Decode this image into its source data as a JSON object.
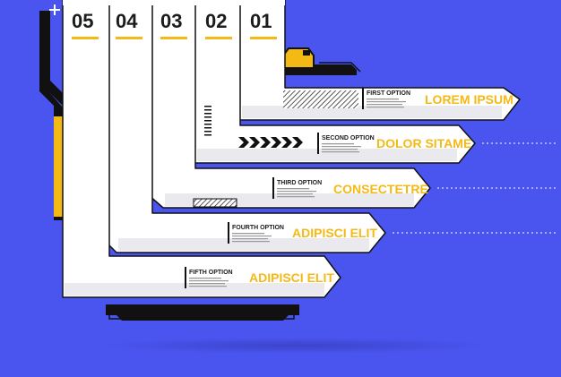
{
  "colors": {
    "background": "#4a55f0",
    "accent": "#f5b916",
    "panel": "#ffffff",
    "outline": "#111111"
  },
  "icons": [
    "plus-icon",
    "chevron-arrows-icon",
    "hatch-pattern-icon",
    "barcode-icon",
    "folder-tab-icon"
  ],
  "steps": [
    {
      "number": "01",
      "option": "FIRST OPTION",
      "headline": "LOREM IPSUM"
    },
    {
      "number": "02",
      "option": "SECOND OPTION",
      "headline": "DOLOR SITAME"
    },
    {
      "number": "03",
      "option": "THIRD OPTION",
      "headline": "CONSECTETRE"
    },
    {
      "number": "04",
      "option": "FOURTH OPTION",
      "headline": "ADIPISCI ELIT"
    },
    {
      "number": "05",
      "option": "FIFTH OPTION",
      "headline": "ADIPISCI ELIT"
    }
  ]
}
